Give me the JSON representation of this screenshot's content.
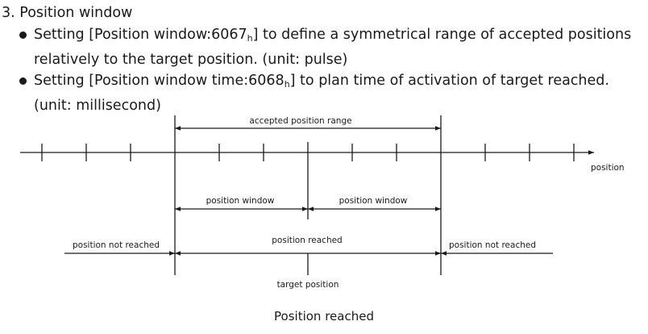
{
  "heading": "3. Position window",
  "bullets": [
    {
      "pre": "Setting [Position window:6067",
      "sub": "h",
      "post": "] to define a symmetrical range of accepted positions relatively to the target position. (unit: pulse)"
    },
    {
      "pre": "Setting [Position window time:6068",
      "sub": "h",
      "post": "] to plan time of activation of target reached. (unit: millisecond)"
    }
  ],
  "diagram": {
    "accepted_range_label": "accepted position range",
    "axis_label": "position",
    "window_left_label": "position window",
    "window_right_label": "position window",
    "not_reached_left_label": "position not reached",
    "reached_label": "position reached",
    "not_reached_right_label": "position not reached",
    "target_label": "target position"
  },
  "caption": "Position reached"
}
